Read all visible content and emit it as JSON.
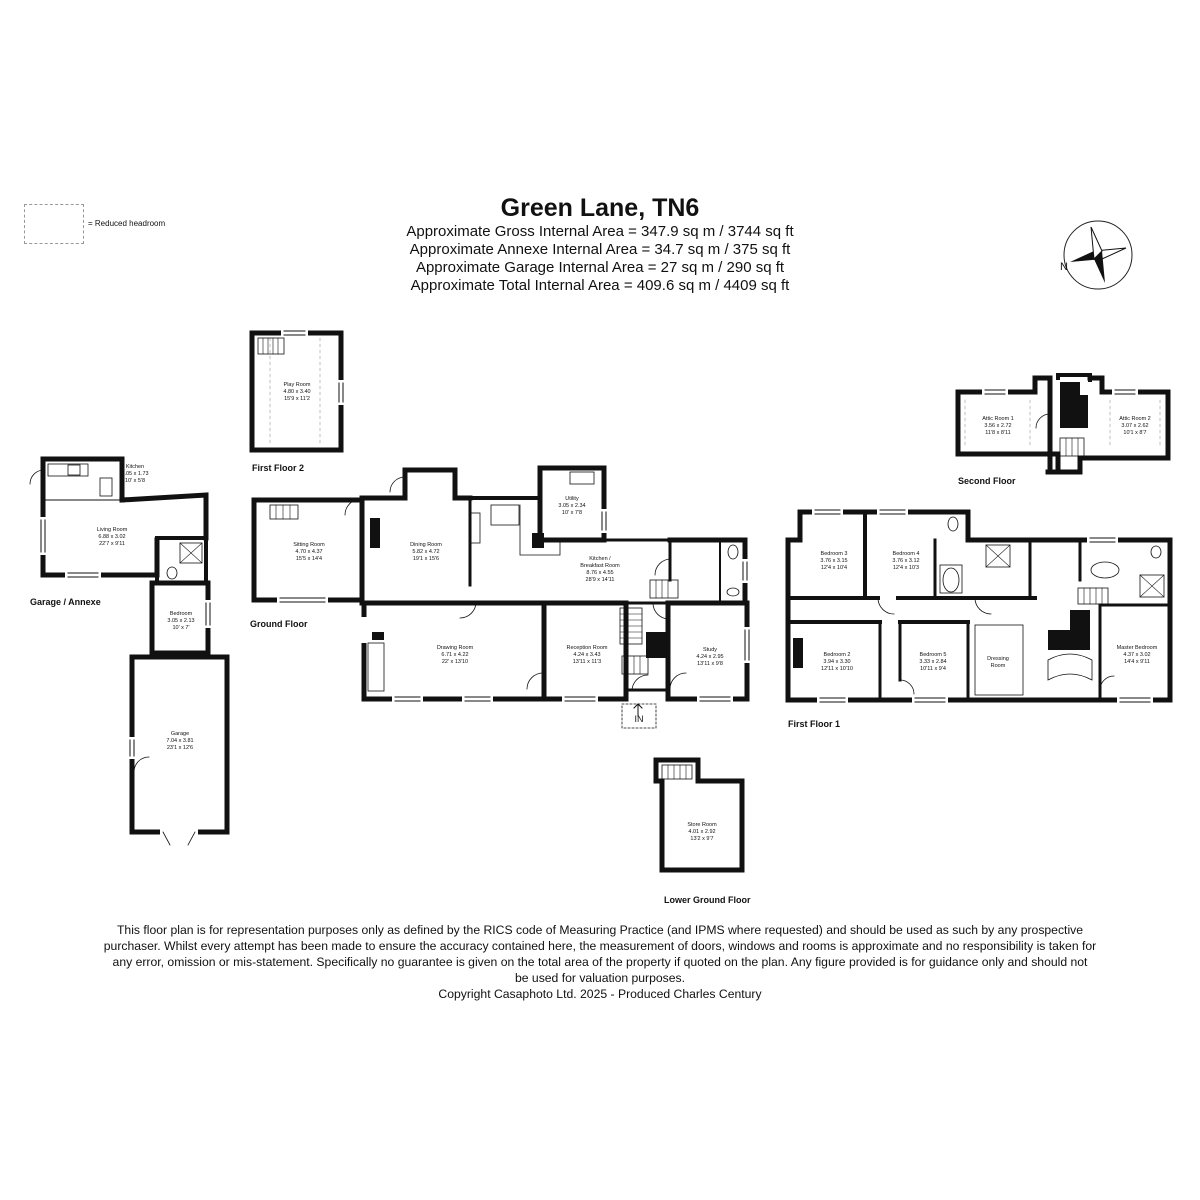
{
  "header": {
    "title": "Green Lane, TN6",
    "gross": "Approximate Gross Internal Area = 347.9 sq m / 3744 sq ft",
    "annexe": "Approximate Annexe Internal Area = 34.7 sq m / 375 sq ft",
    "garage": "Approximate Garage Internal Area = 27 sq m / 290 sq ft",
    "total": "Approximate Total Internal Area = 409.6 sq m / 4409 sq ft"
  },
  "legend": {
    "label": "= Reduced headroom"
  },
  "compass": {
    "north_label": "N"
  },
  "floors": {
    "first_floor_2": "First Floor 2",
    "garage_annexe": "Garage / Annexe",
    "ground_floor": "Ground Floor",
    "second_floor": "Second Floor",
    "first_floor_1": "First Floor 1",
    "lower_ground_floor": "Lower Ground Floor"
  },
  "entrance": "IN",
  "rooms": {
    "play_room": {
      "name": "Play Room",
      "metric": "4.80 x 3.40",
      "imperial": "15'9 x 11'2"
    },
    "kitchen_annexe": {
      "name": "Kitchen",
      "metric": "3.05 x 1.73",
      "imperial": "10' x 5'8"
    },
    "living_room": {
      "name": "Living Room",
      "metric": "6.88 x 3.02",
      "imperial": "22'7 x 9'11"
    },
    "bedroom_annexe": {
      "name": "Bedroom",
      "metric": "3.05 x 2.13",
      "imperial": "10' x 7'"
    },
    "garage": {
      "name": "Garage",
      "metric": "7.04 x 3.81",
      "imperial": "23'1 x 12'6"
    },
    "sitting_room": {
      "name": "Sitting Room",
      "metric": "4.70 x 4.37",
      "imperial": "15'5 x 14'4"
    },
    "dining_room": {
      "name": "Dining Room",
      "metric": "5.82 x 4.72",
      "imperial": "19'1 x 15'6"
    },
    "utility": {
      "name": "Utility",
      "metric": "3.05 x 2.34",
      "imperial": "10' x 7'8"
    },
    "kitchen_breakfast": {
      "name1": "Kitchen /",
      "name2": "Breakfast Room",
      "metric": "8.76 x 4.55",
      "imperial": "28'9 x 14'11"
    },
    "drawing_room": {
      "name": "Drawing Room",
      "metric": "6.71 x 4.22",
      "imperial": "22' x 13'10"
    },
    "reception_room": {
      "name": "Reception Room",
      "metric": "4.24 x 3.43",
      "imperial": "13'11 x 11'3"
    },
    "study": {
      "name": "Study",
      "metric": "4.24 x 2.95",
      "imperial": "13'11 x 9'8"
    },
    "store_room": {
      "name": "Store Room",
      "metric": "4.01 x 2.92",
      "imperial": "13'2 x 9'7"
    },
    "attic_room_1": {
      "name": "Attic Room 1",
      "metric": "3.56 x 2.72",
      "imperial": "11'8 x 8'11"
    },
    "attic_room_2": {
      "name": "Attic Room 2",
      "metric": "3.07 x 2.62",
      "imperial": "10'1 x 8'7"
    },
    "bedroom_3": {
      "name": "Bedroom 3",
      "metric": "3.76 x 3.15",
      "imperial": "12'4 x 10'4"
    },
    "bedroom_4": {
      "name": "Bedroom 4",
      "metric": "3.76 x 3.12",
      "imperial": "12'4 x 10'3"
    },
    "bedroom_2": {
      "name": "Bedroom 2",
      "metric": "3.94 x 3.30",
      "imperial": "12'11 x 10'10"
    },
    "bedroom_5": {
      "name": "Bedroom 5",
      "metric": "3.33 x 2.84",
      "imperial": "10'11 x 9'4"
    },
    "dressing_room": {
      "name1": "Dressing",
      "name2": "Room"
    },
    "master_bedroom": {
      "name": "Master Bedroom",
      "metric": "4.37 x 3.02",
      "imperial": "14'4 x 9'11"
    }
  },
  "disclaimer": {
    "line1": "This floor plan is for representation purposes only as defined by the RICS code of Measuring Practice (and IPMS where requested) and should be used as such by any prospective",
    "line2": "purchaser. Whilst every attempt has been made to ensure the accuracy contained here, the measurement of doors, windows and rooms is approximate and no responsibility is taken for",
    "line3": "any error, omission or mis-statement. Specifically no guarantee is given on the total area of the property if quoted on the plan. Any figure provided is for guidance only and should not",
    "line4": "be used for valuation purposes.",
    "copyright": "Copyright Casaphoto Ltd. 2025 - Produced Charles Century"
  }
}
